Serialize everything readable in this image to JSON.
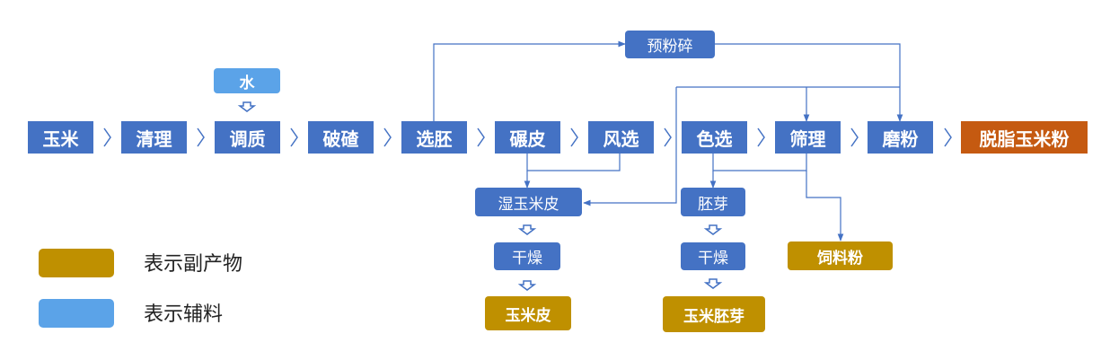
{
  "colors": {
    "main": "#4472c4",
    "auxiliary": "#5ba3e8",
    "byproduct": "#bf9000",
    "final": "#c55a11",
    "line": "#4472c4"
  },
  "nodes": {
    "corn": "玉米",
    "cleaning": "清理",
    "conditioning": "调质",
    "breaking": "破碴",
    "germ_selection": "选胚",
    "bran_milling": "碾皮",
    "winnowing": "风选",
    "color_sorting": "色选",
    "sifting": "筛理",
    "grinding": "磨粉",
    "final_product": "脱脂玉米粉",
    "water": "水",
    "pre_crushing": "预粉碎",
    "wet_bran": "湿玉米皮",
    "bran_drying": "干燥",
    "corn_bran": "玉米皮",
    "germ": "胚芽",
    "germ_drying": "干燥",
    "corn_germ": "玉米胚芽",
    "feed_meal": "饲料粉"
  },
  "legend": {
    "byproduct_label": "表示副产物",
    "auxiliary_label": "表示辅料"
  }
}
